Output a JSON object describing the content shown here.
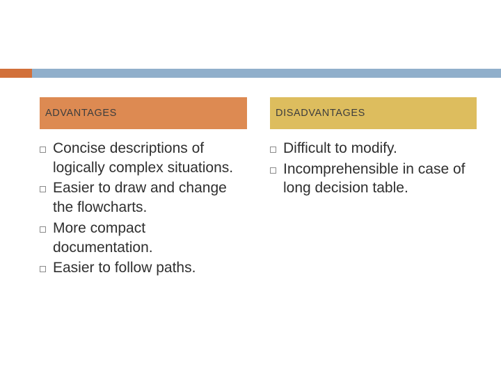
{
  "slide": {
    "accent_orange": "#d2703a",
    "accent_blue": "#90afcb",
    "header_left_bg": "#dd8a52",
    "header_right_bg": "#ddbd5e"
  },
  "columns": [
    {
      "header": "ADVANTAGES",
      "items": [
        "Concise descriptions of logically complex situations.",
        "Easier to draw and change the flowcharts.",
        "More compact documentation.",
        "Easier to follow paths."
      ]
    },
    {
      "header": "DISADVANTAGES",
      "items": [
        "Difficult to modify.",
        "Incomprehensible in case of long decision table."
      ]
    }
  ]
}
